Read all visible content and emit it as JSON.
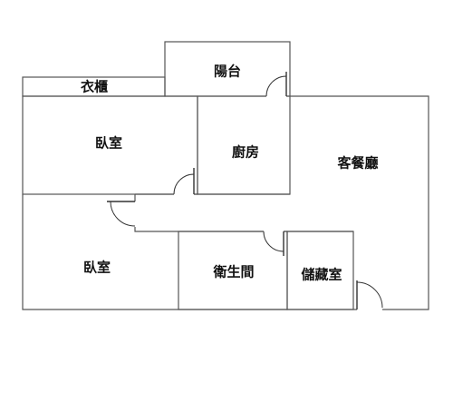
{
  "floor_plan": {
    "rooms": {
      "balcony": "陽台",
      "wardrobe": "衣櫃",
      "bedroom_upper": "臥室",
      "kitchen": "廚房",
      "living_dining": "客餐廳",
      "bedroom_lower": "臥室",
      "bathroom": "衛生間",
      "storage": "儲藏室"
    }
  }
}
